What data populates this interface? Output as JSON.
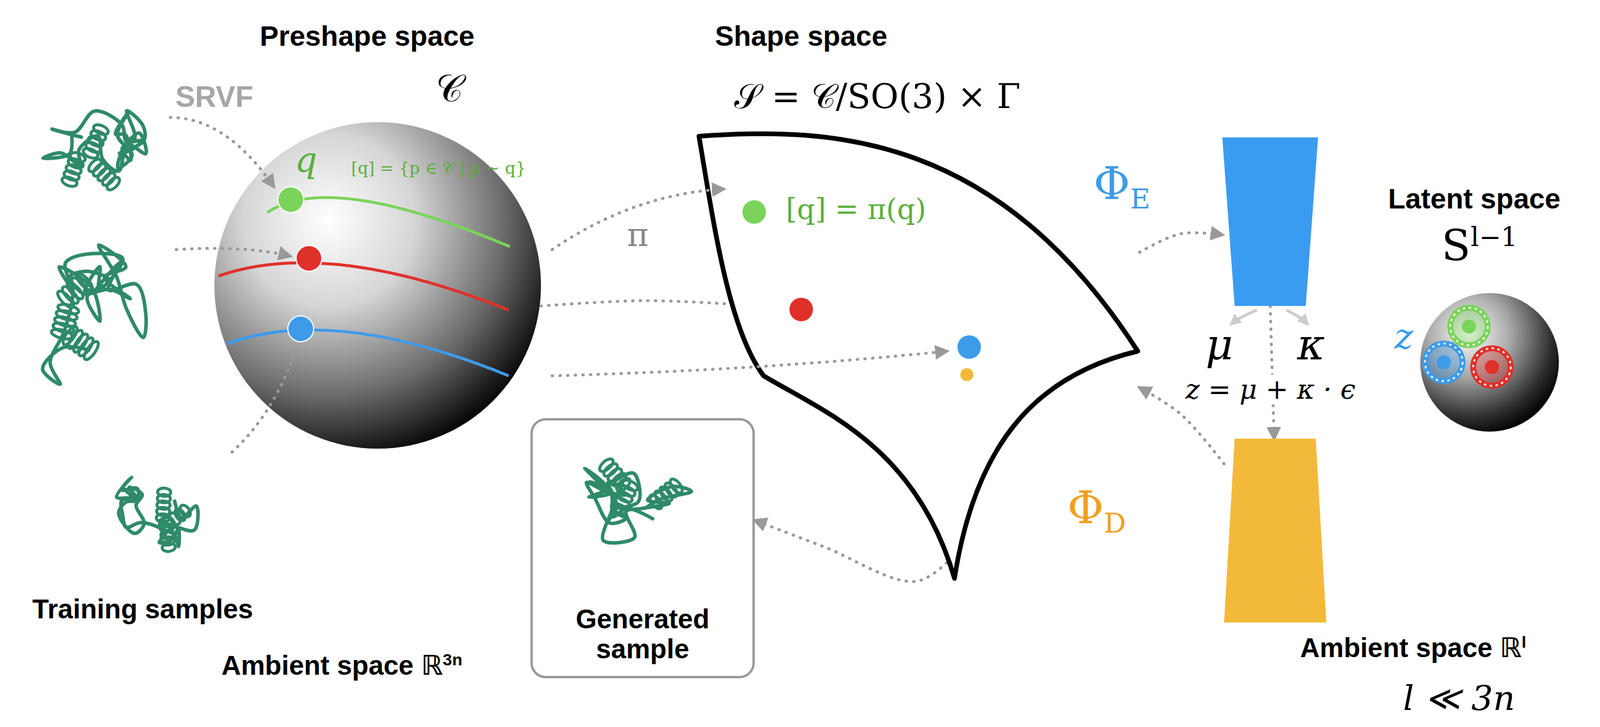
{
  "diagram": {
    "nodes": [
      {
        "text": [
          "Preshape space",
          "𝒞"
        ]
      },
      {
        "text": [
          "Shape space",
          "𝒮 = 𝒞/SO(3) × Γ",
          "[q] = π(q)"
        ]
      },
      {
        "text": [
          "ΦE"
        ]
      },
      {
        "text": [
          "ΦD"
        ]
      },
      {
        "text": [
          "Latent space",
          "Sl−1"
        ]
      },
      {
        "text": [
          "Generated sample"
        ]
      }
    ],
    "edges": [
      {
        "from": 0,
        "to": 1,
        "arrow": "to",
        "label": "π"
      },
      {
        "from": 1,
        "to": 2,
        "arrow": "to"
      },
      {
        "from": 2,
        "to": 3,
        "arrow": "to"
      },
      {
        "from": 3,
        "to": 1,
        "arrow": "to"
      },
      {
        "from": 1,
        "to": 5,
        "arrow": "to"
      }
    ],
    "labels": [
      "SRVF",
      "q",
      "[q] = {p ∈ 𝒞 | p ~ q}",
      "Training samples",
      "Ambient space ℝ3n",
      "μ",
      "κ",
      "z = μ + κ · ϵ",
      "z",
      "Ambient space ℝl",
      "l ≪ 3n"
    ]
  }
}
